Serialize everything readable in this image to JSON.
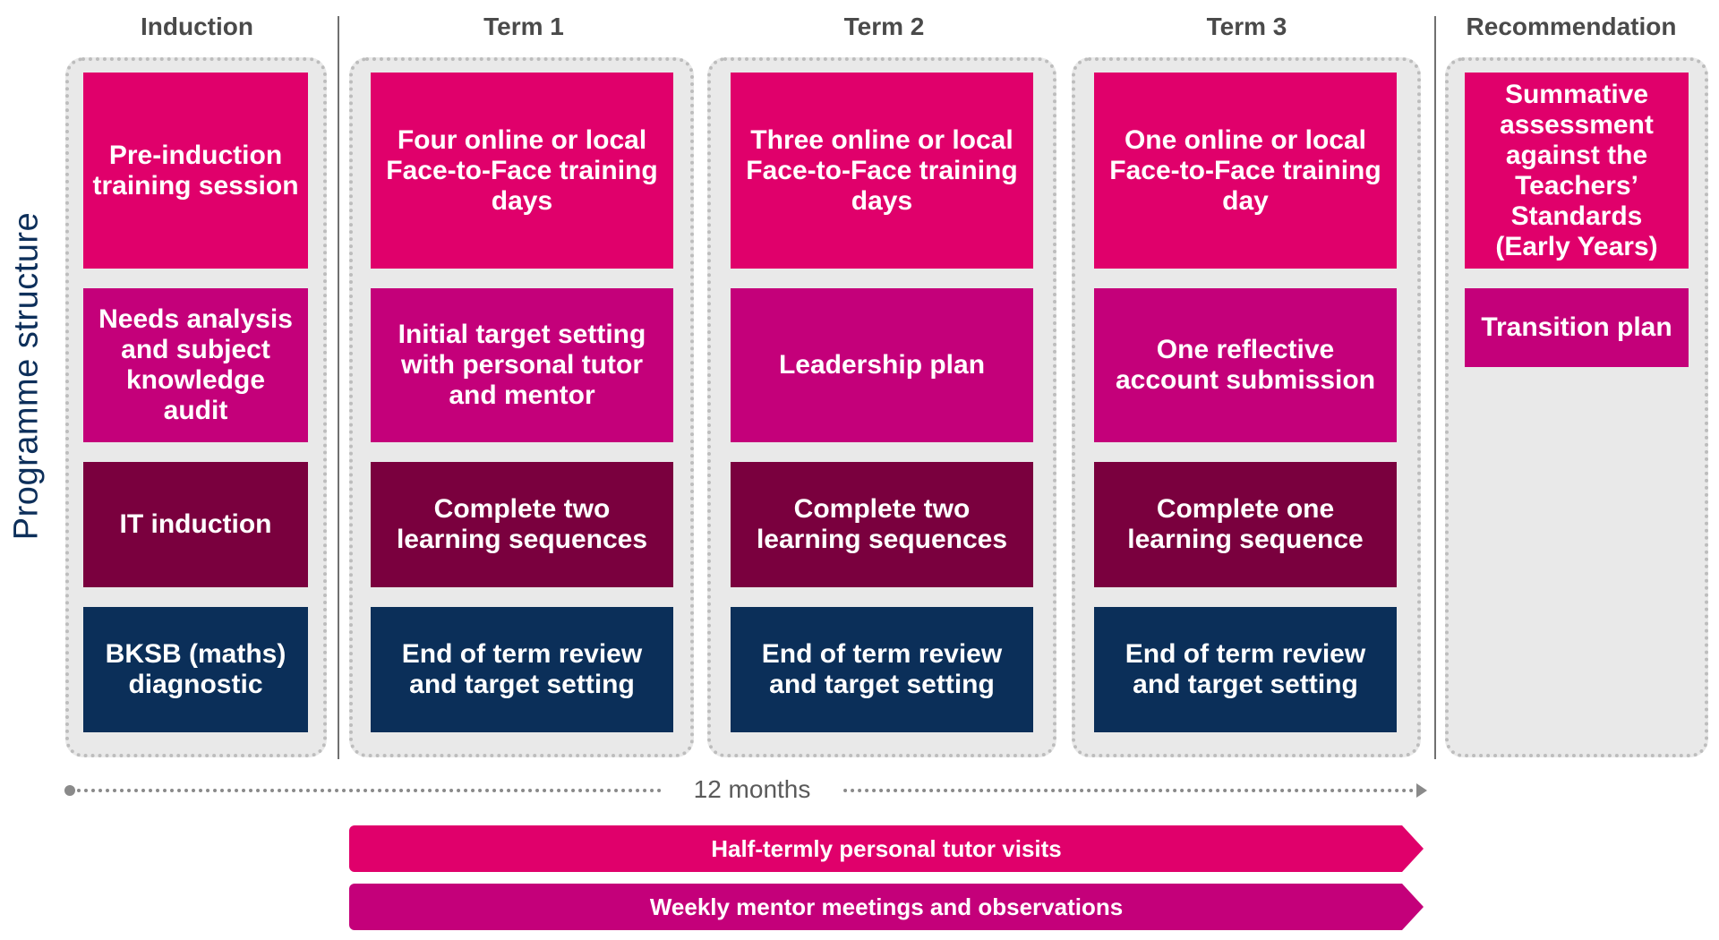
{
  "side_title": "Programme structure",
  "colors": {
    "pink": "#e0006b",
    "magenta": "#c4007a",
    "maroon": "#7a003e",
    "navy": "#0b2f59",
    "panel": "#e9e9e9"
  },
  "columns": [
    {
      "heading": "Induction",
      "cards": [
        {
          "text": "Pre-induction training session",
          "color": "pink"
        },
        {
          "text": "Needs analysis and subject knowledge audit",
          "color": "magenta"
        },
        {
          "text": "IT induction",
          "color": "maroon"
        },
        {
          "text": "BKSB (maths) diagnostic",
          "color": "navy"
        }
      ]
    },
    {
      "heading": "Term 1",
      "cards": [
        {
          "text": "Four online or local Face-to-Face training days",
          "color": "pink"
        },
        {
          "text": "Initial target setting with personal tutor and mentor",
          "color": "magenta"
        },
        {
          "text": "Complete two learning sequences",
          "color": "maroon"
        },
        {
          "text": "End of term review and target setting",
          "color": "navy"
        }
      ]
    },
    {
      "heading": "Term 2",
      "cards": [
        {
          "text": "Three online or local Face-to-Face training days",
          "color": "pink"
        },
        {
          "text": "Leadership plan",
          "color": "magenta"
        },
        {
          "text": "Complete two learning sequences",
          "color": "maroon"
        },
        {
          "text": "End of term review and target setting",
          "color": "navy"
        }
      ]
    },
    {
      "heading": "Term 3",
      "cards": [
        {
          "text": "One online or local Face-to-Face training day",
          "color": "pink"
        },
        {
          "text": "One reflective account submission",
          "color": "magenta"
        },
        {
          "text": "Complete one learning sequence",
          "color": "maroon"
        },
        {
          "text": "End of term review and target setting",
          "color": "navy"
        }
      ]
    },
    {
      "heading": "Recommendation",
      "cards": [
        {
          "text": "Summative assessment against the Teachers’ Standards (Early Years)",
          "color": "pink"
        },
        {
          "text": "Transition plan",
          "color": "magenta"
        }
      ]
    }
  ],
  "timeline": {
    "label": "12 months"
  },
  "bands": [
    {
      "text": "Half-termly personal tutor visits",
      "color": "pink"
    },
    {
      "text": "Weekly mentor meetings and observations",
      "color": "magenta"
    }
  ]
}
